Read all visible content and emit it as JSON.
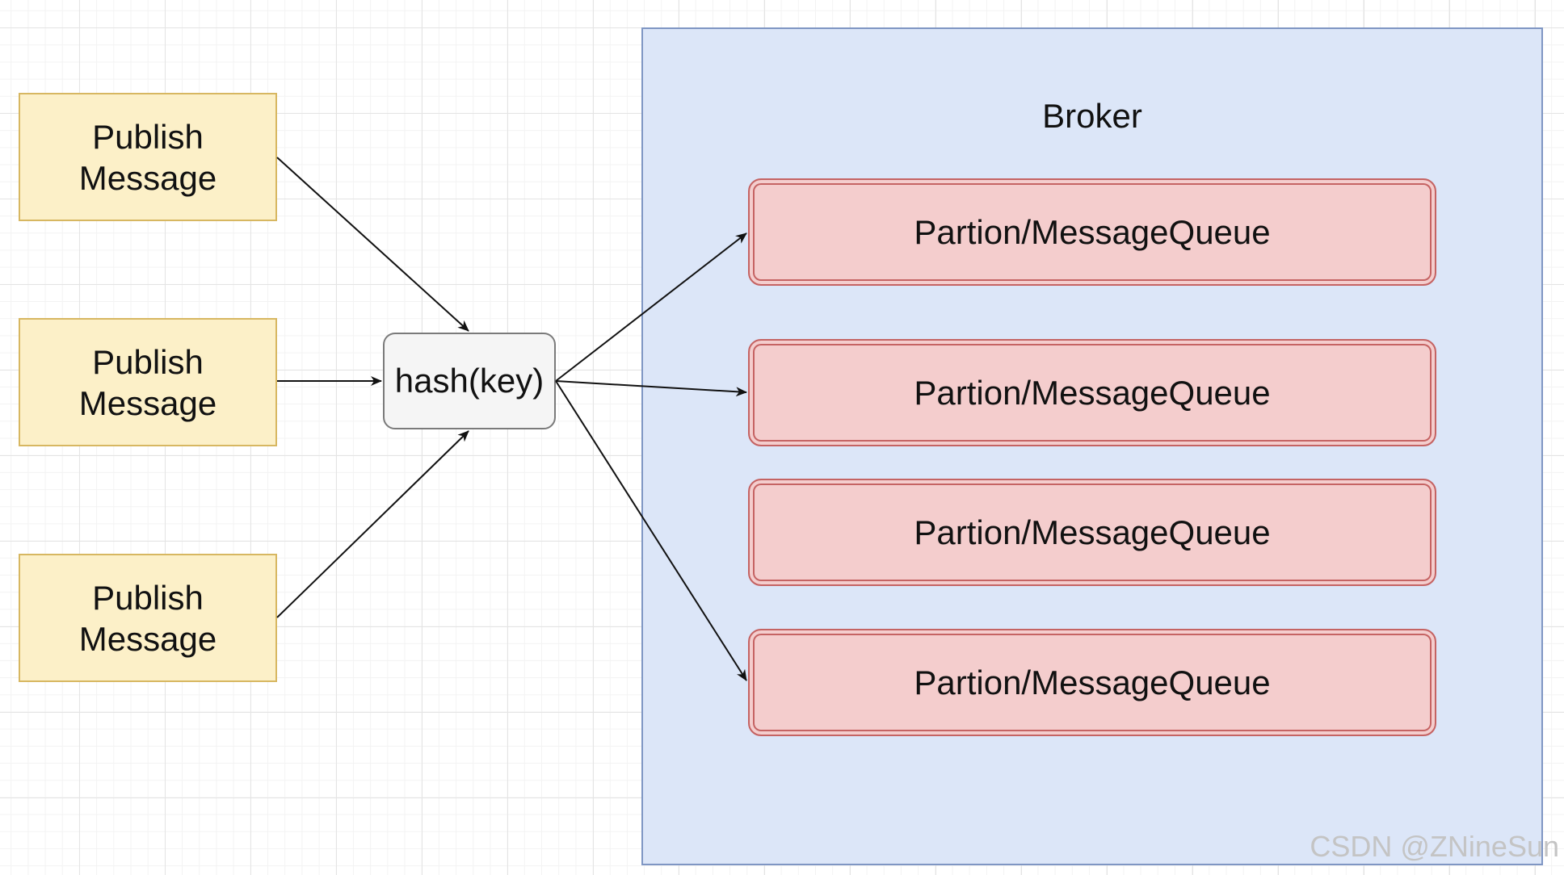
{
  "broker": {
    "label": "Broker"
  },
  "publishers": [
    {
      "line1": "Publish",
      "line2": "Message"
    },
    {
      "line1": "Publish",
      "line2": "Message"
    },
    {
      "line1": "Publish",
      "line2": "Message"
    }
  ],
  "hash": {
    "label": "hash(key)"
  },
  "queues": [
    {
      "label": "Partion/MessageQueue"
    },
    {
      "label": "Partion/MessageQueue"
    },
    {
      "label": "Partion/MessageQueue"
    },
    {
      "label": "Partion/MessageQueue"
    }
  ],
  "watermark": "CSDN @ZNineSun",
  "colors": {
    "publisher_fill": "#fcf0c8",
    "publisher_border": "#d7b761",
    "hash_fill": "#f5f5f5",
    "broker_fill": "#dce6f8",
    "broker_border": "#7f96c3",
    "queue_fill": "#f4cdcd",
    "queue_border": "#c56363",
    "edge": "#111111"
  }
}
